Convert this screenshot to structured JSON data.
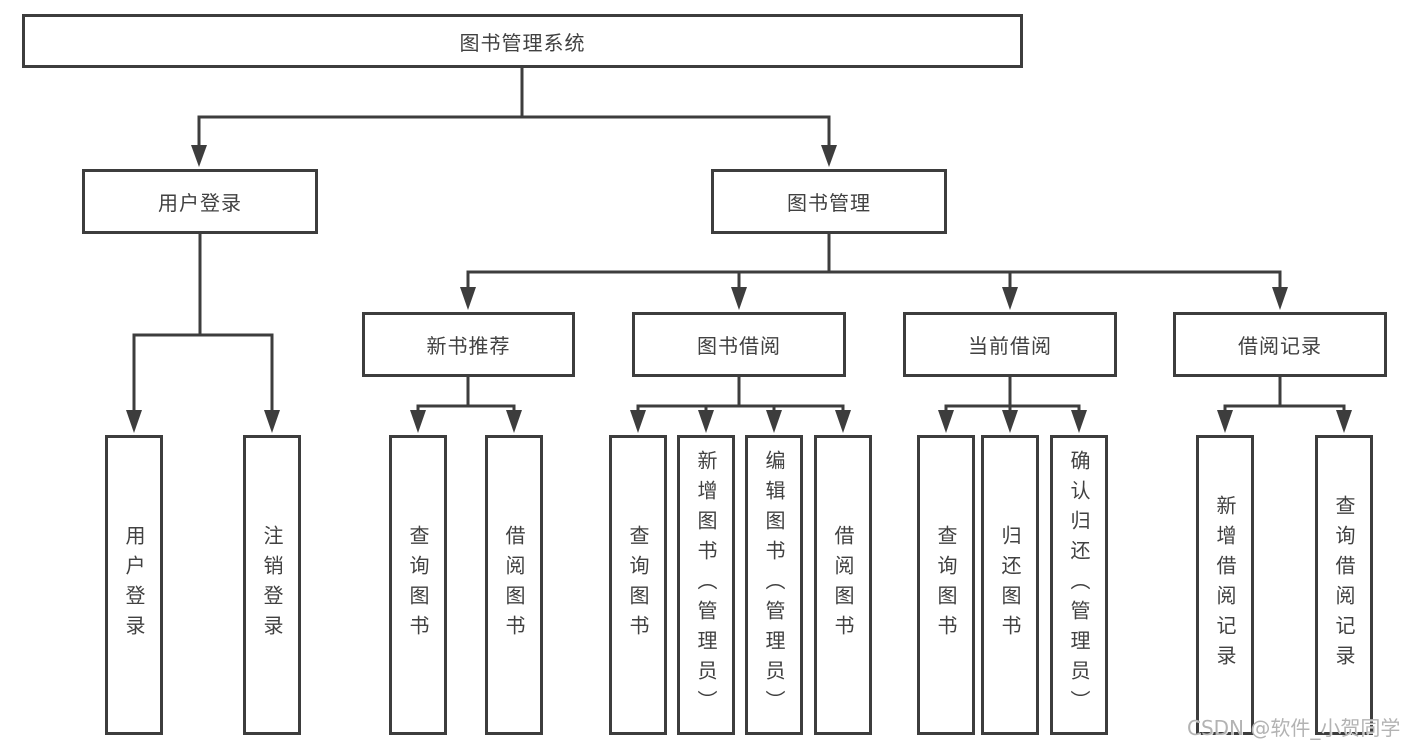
{
  "nodes": {
    "root": "图书管理系统",
    "branches": [
      "用户登录",
      "图书管理"
    ],
    "modules": [
      "新书推荐",
      "图书借阅",
      "当前借阅",
      "借阅记录"
    ],
    "user_leaves": [
      "用户登录",
      "注销登录"
    ],
    "recommend_leaves": [
      "查询图书",
      "借阅图书"
    ],
    "borrow_leaves": [
      "查询图书",
      "新增图书（管理员）",
      "编辑图书（管理员）",
      "借阅图书"
    ],
    "current_leaves": [
      "查询图书",
      "归还图书",
      "确认归还（管理员）"
    ],
    "record_leaves": [
      "新增借阅记录",
      "查询借阅记录"
    ]
  },
  "watermark": "CSDN @软件_小贺同学",
  "colors": {
    "line": "#3d3d3d",
    "box_border": "#3d3d3d",
    "box_fill": "#ffffff",
    "text": "#414141",
    "watermark": "#b3b3b3",
    "background": "#ffffff"
  }
}
